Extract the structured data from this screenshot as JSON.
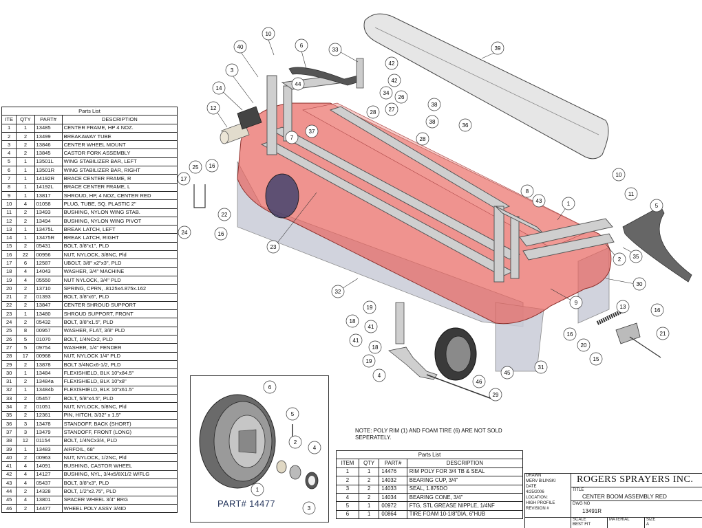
{
  "parts_list": {
    "title": "Parts List",
    "headers": [
      "ITE",
      "QTY",
      "PART#",
      "DESCRIPTION"
    ],
    "rows": [
      [
        "1",
        "1",
        "13485",
        "CENTER FRAME, HP 4 NOZ."
      ],
      [
        "2",
        "2",
        "13499",
        "BREAKAWAY TUBE"
      ],
      [
        "3",
        "2",
        "13846",
        "CENTER WHEEL MOUNT"
      ],
      [
        "4",
        "2",
        "13845",
        "CASTOR FORK ASSEMBLY"
      ],
      [
        "5",
        "1",
        "13501L",
        "WING STABILIZER BAR, LEFT"
      ],
      [
        "6",
        "1",
        "13501R",
        "WING STABILIZER BAR, RIGHT"
      ],
      [
        "7",
        "1",
        "14192R",
        "BRACE CENTER FRAME, R"
      ],
      [
        "8",
        "1",
        "14192L",
        "BRACE CENTER FRAME, L"
      ],
      [
        "9",
        "1",
        "13817",
        "SHROUD, HP, 4 NOZ, CENTER RED"
      ],
      [
        "10",
        "4",
        "01058",
        "PLUG, TUBE, SQ. PLASTIC 2\""
      ],
      [
        "11",
        "2",
        "13493",
        "BUSHING, NYLON WING STAB."
      ],
      [
        "12",
        "2",
        "13494",
        "BUSHING, NYLON WING PIVOT"
      ],
      [
        "13",
        "1",
        "13475L",
        "BREAK LATCH, LEFT"
      ],
      [
        "14",
        "1",
        "13475R",
        "BREAK LATCH, RIGHT"
      ],
      [
        "15",
        "2",
        "05431",
        "BOLT, 3/8\"x1\", PLD"
      ],
      [
        "16",
        "22",
        "00956",
        "NUT, NYLOCK, 3/8NC, Pld"
      ],
      [
        "17",
        "6",
        "12587",
        "UBOLT, 3/8\" x2\"x3\", PLD"
      ],
      [
        "18",
        "4",
        "14043",
        "WASHER, 3/4\" MACHINE"
      ],
      [
        "19",
        "4",
        "05550",
        "NUT NYLOCK, 3/4\" PLD"
      ],
      [
        "20",
        "2",
        "13710",
        "SPRING, CPRN, .8125x4.875x.162"
      ],
      [
        "21",
        "2",
        "01393",
        "BOLT, 3/8\"x6\", PLD"
      ],
      [
        "22",
        "2",
        "13847",
        "CENTER SHROUD SUPPORT"
      ],
      [
        "23",
        "1",
        "13480",
        "SHROUD SUPPORT, FRONT"
      ],
      [
        "24",
        "2",
        "05432",
        "BOLT, 3/8\"x1.5\", PLD"
      ],
      [
        "25",
        "8",
        "00957",
        "WASHER, FLAT, 3/8\" PLD"
      ],
      [
        "26",
        "5",
        "01070",
        "BOLT, 1/4NCx2, PLD"
      ],
      [
        "27",
        "5",
        "09754",
        "WASHER, 1/4\" FENDER"
      ],
      [
        "28",
        "17",
        "00968",
        "NUT, NYLOCK 1/4\" PLD"
      ],
      [
        "29",
        "2",
        "13878",
        "BOLT 3/4NCx6-1/2, PLD"
      ],
      [
        "30",
        "1",
        "13484",
        "FLEXISHIELD, BLK 10\"x84.5\""
      ],
      [
        "31",
        "2",
        "13484a",
        "FLEXISHIELD, BLK 10\"x8\""
      ],
      [
        "32",
        "1",
        "13484b",
        "FLEXISHIELD, BLK 10\"x61.5\""
      ],
      [
        "33",
        "2",
        "05457",
        "BOLT, 5/8\"x4.5\", PLD"
      ],
      [
        "34",
        "2",
        "01051",
        "NUT, NYLOCK, 5/8NC, Pld"
      ],
      [
        "35",
        "2",
        "12361",
        "PIN, HITCH, 3/32\" x 1.5\""
      ],
      [
        "36",
        "3",
        "13478",
        "STANDOFF, BACK (SHORT)"
      ],
      [
        "37",
        "3",
        "13479",
        "STANDOFF, FRONT (LONG)"
      ],
      [
        "38",
        "12",
        "01154",
        "BOLT, 1/4NCx3/4, PLD"
      ],
      [
        "39",
        "1",
        "13483",
        "AIRFOIL, 68\""
      ],
      [
        "40",
        "2",
        "00963",
        "NUT, NYLOCK, 1/2NC, Pld"
      ],
      [
        "41",
        "4",
        "14091",
        "BUSHING, CASTOR WHEEL"
      ],
      [
        "42",
        "4",
        "14127",
        "BUSHING, NYL, 3/4x5/8X1/2 W/FLG"
      ],
      [
        "43",
        "4",
        "05437",
        "BOLT, 3/8\"x3\", PLD"
      ],
      [
        "44",
        "2",
        "14328",
        "BOLT, 1/2\"x2.75\", PLD"
      ],
      [
        "45",
        "4",
        "13801",
        "SPACER WHEEL 3/4\" BRG"
      ],
      [
        "46",
        "2",
        "14477",
        "WHEEL POLY ASSY 3/4ID"
      ]
    ]
  },
  "wheel_parts": {
    "title": "Parts List",
    "headers": [
      "ITEM",
      "QTY",
      "PART#",
      "DESCRIPTION"
    ],
    "rows": [
      [
        "1",
        "1",
        "14476",
        "RIM POLY FOR 3/4 TB & SEAL"
      ],
      [
        "2",
        "2",
        "14032",
        "BEARING CUP, 3/4\""
      ],
      [
        "3",
        "2",
        "14033",
        "SEAL, 1.875DO"
      ],
      [
        "4",
        "2",
        "14034",
        "BEARING CONE, 3/4\""
      ],
      [
        "5",
        "1",
        "00972",
        "FTG, STL GREASE NIPPLE, 1/4NF"
      ],
      [
        "6",
        "1",
        "00864",
        "TIRE FOAM 10-1/8\"DIA, 6\"HUB"
      ]
    ]
  },
  "note": "NOTE: POLY RIM (1) AND FOAM TIRE (6) ARE NOT SOLD SEPERATELY.",
  "inset": {
    "part_number": "PART# 14477",
    "callouts": [
      "6",
      "5",
      "2",
      "4",
      "1",
      "3"
    ]
  },
  "title_block": {
    "company": "ROGERS SPRAYERS INC.",
    "drawn_label": "DRAWN",
    "drawn_by": "MERV BILINSKI",
    "date_label": "DATE",
    "date": "4/25/2006",
    "location_label": "LOCATION:",
    "location": "HIGH PROFILE",
    "revision_label": "REVISION #",
    "title_label": "TITLE",
    "title": "CENTER BOOM ASSEMBLY RED",
    "dwg_label": "DWG NO",
    "dwg_no": "13491R",
    "scale_label": "SCALE",
    "scale": "BEST FIT",
    "material_label": "MATERIAL",
    "size_label": "SIZE",
    "size": "A"
  },
  "callouts": [
    "10",
    "40",
    "6",
    "33",
    "42",
    "42",
    "34",
    "26",
    "39",
    "3",
    "44",
    "14",
    "28",
    "27",
    "38",
    "38",
    "36",
    "12",
    "37",
    "7",
    "28",
    "25",
    "16",
    "17",
    "10",
    "11",
    "5",
    "22",
    "8",
    "43",
    "1",
    "24",
    "16",
    "23",
    "35",
    "2",
    "30",
    "32",
    "9",
    "19",
    "13",
    "16",
    "18",
    "41",
    "16",
    "20",
    "21",
    "41",
    "18",
    "15",
    "19",
    "4",
    "46",
    "45",
    "31",
    "29"
  ],
  "colors": {
    "shroud": "#e8655f",
    "frame": "#c8c8c8",
    "flexishield": "#c9ccd8",
    "ink": "#222222"
  }
}
